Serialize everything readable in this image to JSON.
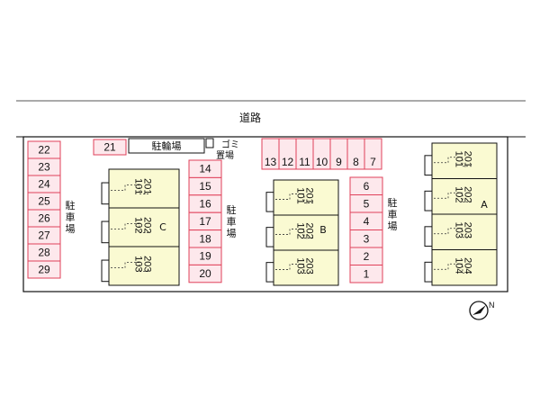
{
  "road": {
    "label": "道路"
  },
  "parking_label": "駐\n車\n場",
  "bike_parking": {
    "label": "駐輪場"
  },
  "garbage": {
    "label": "ゴミ\n置場"
  },
  "parking": {
    "left_column": [
      "22",
      "23",
      "24",
      "25",
      "26",
      "27",
      "28",
      "29"
    ],
    "top_single": "21",
    "middle_column": [
      "14",
      "15",
      "16",
      "17",
      "18",
      "19",
      "20"
    ],
    "top_row": [
      "13",
      "12",
      "11",
      "10",
      "9",
      "8",
      "7"
    ],
    "right_column": [
      "6",
      "5",
      "4",
      "3",
      "2",
      "1"
    ]
  },
  "buildings": [
    {
      "name": "C",
      "rooms": [
        [
          "201",
          "101"
        ],
        [
          "202",
          "102"
        ],
        [
          "203",
          "103"
        ]
      ]
    },
    {
      "name": "B",
      "rooms": [
        [
          "201",
          "101"
        ],
        [
          "202",
          "102"
        ],
        [
          "203",
          "103"
        ]
      ]
    },
    {
      "name": "A",
      "rooms": [
        [
          "201",
          "101"
        ],
        [
          "202",
          "102"
        ],
        [
          "203",
          "103"
        ],
        [
          "204",
          "104"
        ]
      ]
    }
  ],
  "colors": {
    "parking_stroke": "#e0405a",
    "parking_fill": "#fde8ec",
    "building_fill": "#fafad2",
    "outline": "#111111"
  }
}
